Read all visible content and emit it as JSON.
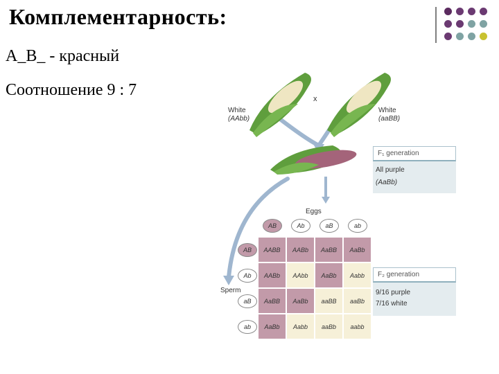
{
  "slide": {
    "title": "Комплементарность:",
    "bullets": [
      "А_В_ - красный",
      "Соотношение 9 : 7"
    ]
  },
  "decoration": {
    "dot_colors": [
      "#5b2b5f",
      "#6b3a72",
      "#7fa3a3",
      "#c8c230"
    ]
  },
  "figure": {
    "parents": {
      "left": {
        "label": "White",
        "genotype": "(AAbb)"
      },
      "cross_sign": "x",
      "right": {
        "label": "White",
        "genotype": "(aaBB)"
      }
    },
    "f1": {
      "header": "F₁ generation",
      "line1": "All purple",
      "line2": "(AaBb)"
    },
    "f2": {
      "header": "F₂ generation",
      "line1": "9/16 purple",
      "line2": "7/16 white"
    },
    "eggs_label": "Eggs",
    "sperm_label": "Sperm",
    "egg_gametes": [
      "AB",
      "Ab",
      "aB",
      "ab"
    ],
    "sperm_gametes": [
      "AB",
      "Ab",
      "aB",
      "ab"
    ],
    "grid": [
      [
        "AABB",
        "AABb",
        "AaBB",
        "AaBb"
      ],
      [
        "AABb",
        "AAbb",
        "AaBb",
        "Aabb"
      ],
      [
        "AaBB",
        "AaBb",
        "aaBB",
        "aaBb"
      ],
      [
        "AaBb",
        "Aabb",
        "aaBb",
        "aabb"
      ]
    ],
    "grid_purple": [
      [
        true,
        true,
        true,
        true
      ],
      [
        true,
        false,
        true,
        false
      ],
      [
        true,
        true,
        false,
        false
      ],
      [
        true,
        false,
        false,
        false
      ]
    ],
    "colors": {
      "purple_cell": "#c29aa9",
      "white_cell": "#f6f0d8",
      "arrow": "#9fb6cf",
      "husk": "#5f9e3d"
    }
  }
}
